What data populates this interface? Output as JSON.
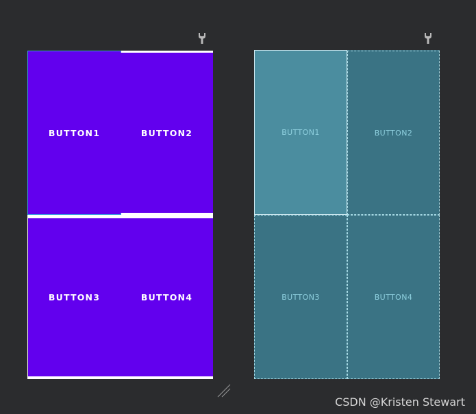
{
  "design": {
    "buttons": [
      {
        "label": "BUTTON1"
      },
      {
        "label": "BUTTON2"
      },
      {
        "label": "BUTTON3"
      },
      {
        "label": "BUTTON4"
      }
    ]
  },
  "blueprint": {
    "buttons": [
      {
        "label": "BUTTON1"
      },
      {
        "label": "BUTTON2"
      },
      {
        "label": "BUTTON3"
      },
      {
        "label": "BUTTON4"
      }
    ]
  },
  "icons": {
    "design_tool": "wrench-icon",
    "blueprint_tool": "wrench-icon",
    "resize": "resize-handle-icon"
  },
  "colors": {
    "background": "#2b2c2e",
    "button_purple": "#6200ee",
    "blueprint_fill": "#3c7282",
    "blueprint_text": "#8fd0df",
    "selection": "#3aa0e0"
  },
  "watermark": "CSDN @Kristen Stewart"
}
